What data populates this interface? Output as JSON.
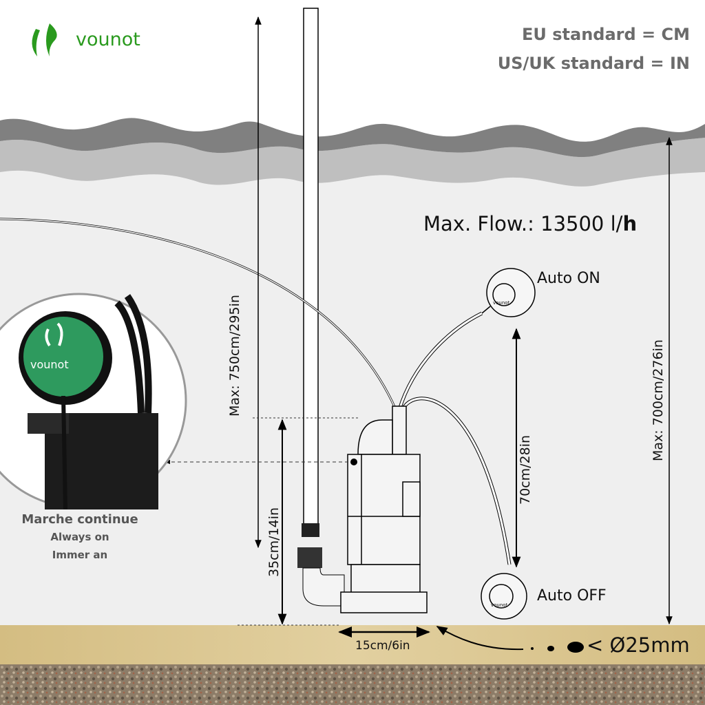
{
  "brand": {
    "name": "vounot",
    "color": "#2a9a1e"
  },
  "standards": {
    "eu": "EU standard = CM",
    "us": "US/UK standard = IN"
  },
  "flow": {
    "prefix": "Max. Flow.: 13500 l/",
    "unit": "h"
  },
  "dimensions": {
    "max_head": "Max: 750cm/295in",
    "max_depth": "Max: 700cm/276in",
    "switch_range": "70cm/28in",
    "float_height": "35cm/14in",
    "width": "15cm/6in",
    "particle": "< Ø25mm"
  },
  "switches": {
    "on": "Auto ON",
    "off": "Auto OFF",
    "logo": "vounot"
  },
  "inset": {
    "logo": "vounot",
    "line1": "Marche continue",
    "line2": "Always on",
    "line3": "Immer an"
  },
  "colors": {
    "wave_dark": "#808080",
    "wave_light": "#bfbfbf",
    "water": "#efefef",
    "sand": "#d9c48c",
    "gravel": "#8c7c68"
  }
}
